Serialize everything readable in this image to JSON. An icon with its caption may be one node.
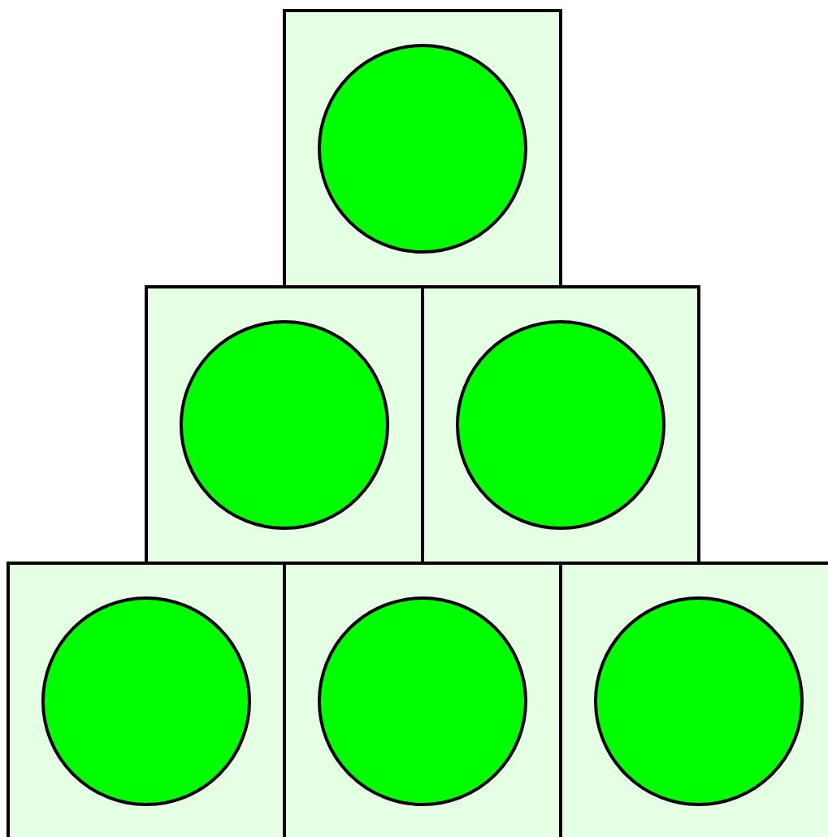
{
  "diagram": {
    "nodes": [
      {
        "text": [],
        "shape": "box"
      },
      {
        "text": [],
        "shape": "circle",
        "in": 0
      },
      {
        "text": [],
        "shape": "box"
      },
      {
        "text": [],
        "shape": "circle",
        "in": 2
      },
      {
        "text": [],
        "shape": "box"
      },
      {
        "text": [],
        "shape": "circle",
        "in": 4
      },
      {
        "text": [],
        "shape": "box"
      },
      {
        "text": [],
        "shape": "circle",
        "in": 6
      },
      {
        "text": [],
        "shape": "box"
      },
      {
        "text": [],
        "shape": "circle",
        "in": 8
      },
      {
        "text": [],
        "shape": "box"
      },
      {
        "text": [],
        "shape": "circle",
        "in": 10
      }
    ]
  }
}
